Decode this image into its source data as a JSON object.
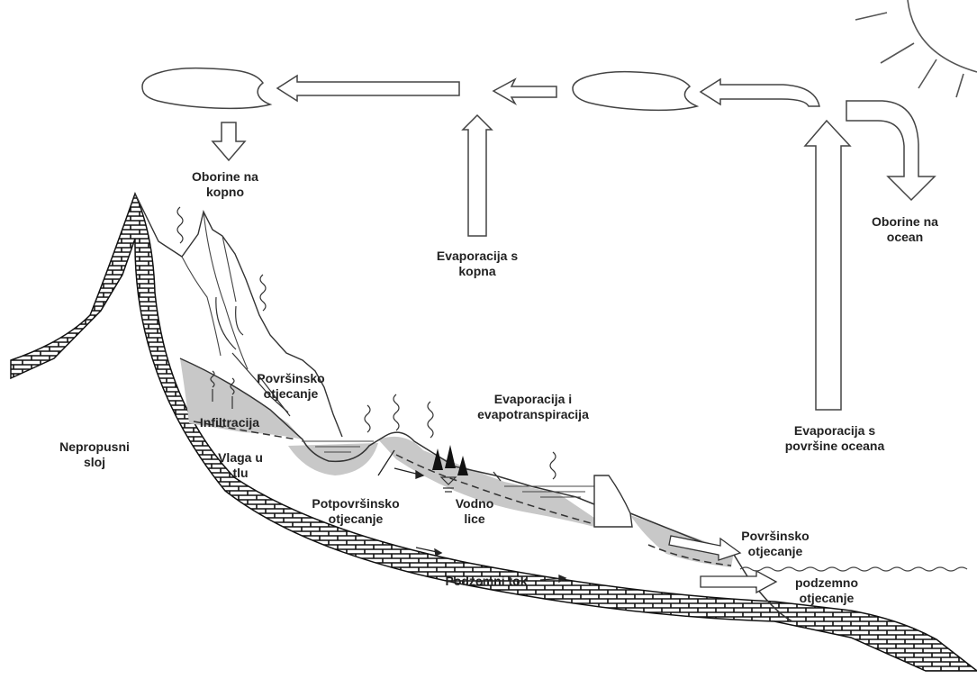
{
  "labels": {
    "precip_land": [
      "Oborine na",
      "kopno"
    ],
    "precip_ocean": [
      "Oborine na",
      "ocean"
    ],
    "evap_land": [
      "Evaporacija s",
      "kopna"
    ],
    "evap_ocean": [
      "Evaporacija s",
      "površine oceana"
    ],
    "surface_runoff_upper": [
      "Površinsko",
      "otjecanje"
    ],
    "infiltration": [
      "Infiltracija"
    ],
    "soil_moisture": [
      "Vlaga u",
      "tlu"
    ],
    "impermeable_layer": [
      "Nepropusni",
      "sloj"
    ],
    "evap_transp": [
      "Evaporacija i",
      "evapotranspiracija"
    ],
    "subsurface_runoff": [
      "Potpovršinsko",
      "otjecanje"
    ],
    "water_table": [
      "Vodno",
      "lice"
    ],
    "surface_runoff_lower": [
      "Površinsko",
      "otjecanje"
    ],
    "groundwater_flow": [
      "Podzemni tok"
    ],
    "groundwater_runoff": [
      "podzemno",
      "otjecanje"
    ]
  },
  "colors": {
    "line": "#333333",
    "soil": "#c8c8c8",
    "rock_fill": "#ffffff",
    "label": "#222222"
  }
}
